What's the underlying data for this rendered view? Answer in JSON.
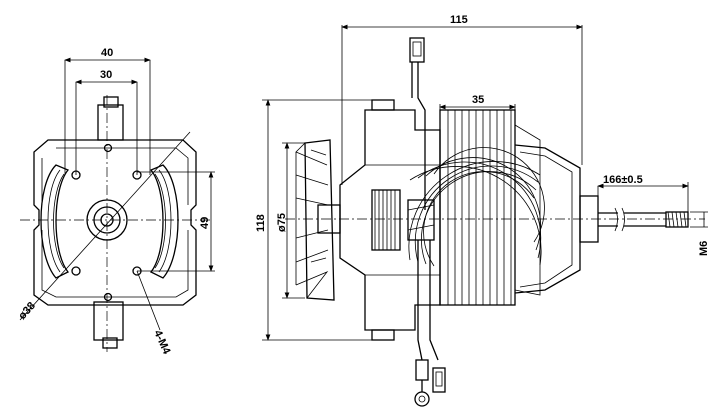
{
  "dimensions": {
    "front_width_outer": "40",
    "front_width_inner": "30",
    "front_height": "49",
    "bolt_circle_dia": "ø38",
    "hole_callout": "4-M4",
    "total_length": "115",
    "coil_width": "35",
    "height_overall": "118",
    "fan_diameter": "ø75",
    "shaft_length": "166±0.5",
    "shaft_thread": "M6"
  },
  "colors": {
    "line": "#000000",
    "background": "#ffffff"
  }
}
